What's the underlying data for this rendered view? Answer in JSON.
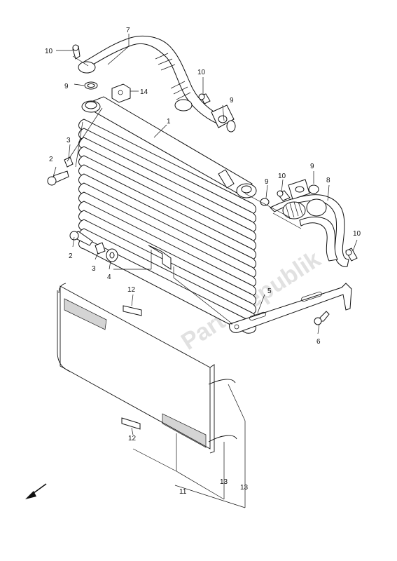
{
  "callouts": {
    "c1": "1",
    "c2a": "2",
    "c2b": "2",
    "c3a": "3",
    "c3b": "3",
    "c4": "4",
    "c5": "5",
    "c6": "6",
    "c7": "7",
    "c8": "8",
    "c9a": "9",
    "c9b": "9",
    "c9c": "9",
    "c9d": "9",
    "c10a": "10",
    "c10b": "10",
    "c10c": "10",
    "c10d": "10",
    "c11": "11",
    "c12a": "12",
    "c12b": "12",
    "c13a": "13",
    "c13b": "13",
    "c14": "14"
  },
  "watermark": "PartsRepublik",
  "icons": {
    "direction_arrow": "front-direction-arrow-icon"
  }
}
